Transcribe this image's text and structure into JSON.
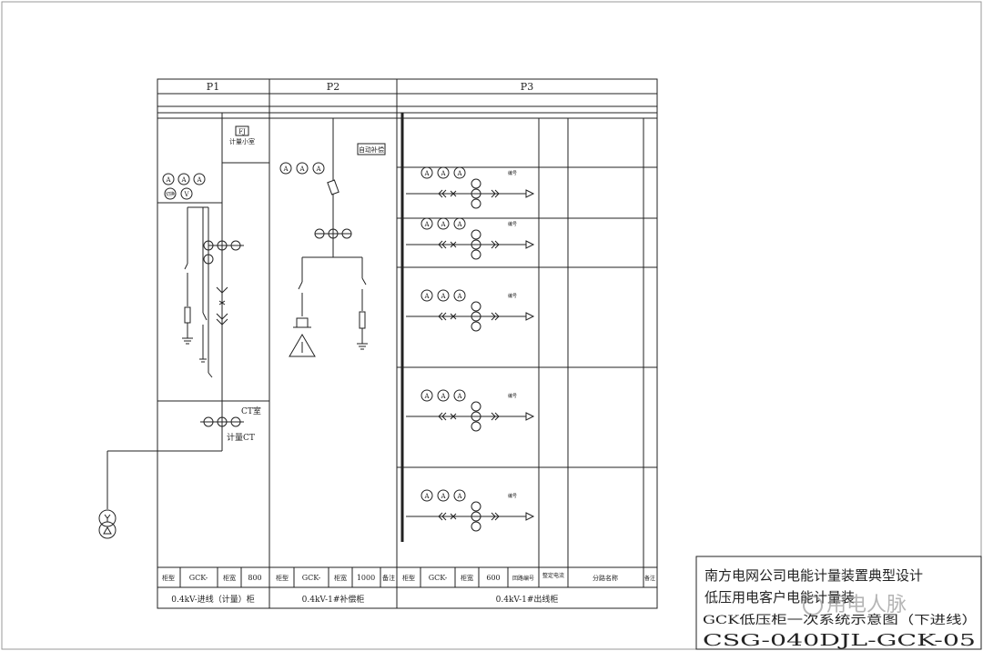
{
  "panels": [
    {
      "id": "P1",
      "type_label": "柜型",
      "model": "GCK-",
      "width_label": "柜宽",
      "width": "800",
      "remark": "",
      "name": "0.4kV-进线（计量）柜"
    },
    {
      "id": "P2",
      "type_label": "柜型",
      "model": "GCK-",
      "width_label": "柜宽",
      "width": "1000",
      "remark": "备注",
      "name": "0.4kV-1#补偿柜"
    },
    {
      "id": "P3",
      "type_label": "柜型",
      "model": "GCK-",
      "width_label": "柜宽",
      "width": "600",
      "remark": "",
      "name": "0.4kV-1#出线柜"
    }
  ],
  "p3_columns": {
    "circuit_no": "回路编号",
    "rated_current": "整定电流",
    "branch_name": "分路名称",
    "remark": "备注"
  },
  "annotations": {
    "fj_box": "FJ",
    "meter_box": "计量小室",
    "auto_comp": "自动补偿",
    "ct_label": "CT室",
    "metering_ct": "计量CT",
    "ammeter": "A",
    "voltmeter": "V",
    "switch_label": "切换",
    "feeder_tag": "编号"
  },
  "title_block": {
    "company": "南方电网公司电能计量装置典型设计",
    "subtitle": "低压用电客户电能计量装",
    "drawing_title": "GCK低压柜一次系统示意图（下进线）",
    "drawing_no": "CSG-040DJL-GCK-05"
  },
  "watermark": "用电人脉"
}
